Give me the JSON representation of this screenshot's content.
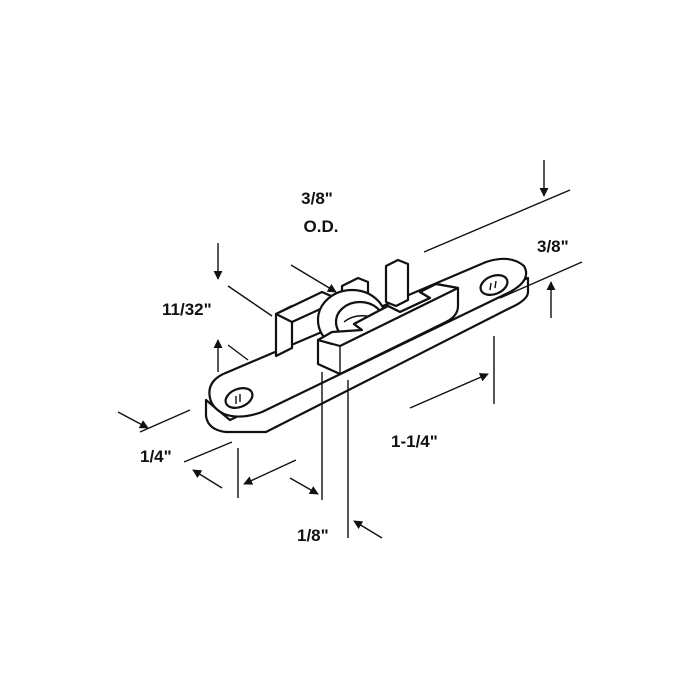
{
  "dimensions": {
    "wheel_diameter": "3/8\"",
    "wheel_diameter_note": "O.D.",
    "overall_height": "3/8\"",
    "body_height": "11/32\"",
    "plate_width": "1/4\"",
    "hole_spacing": "1-1/4\"",
    "wheel_offset": "1/8\""
  },
  "colors": {
    "line": "#111111",
    "background": "#ffffff"
  }
}
